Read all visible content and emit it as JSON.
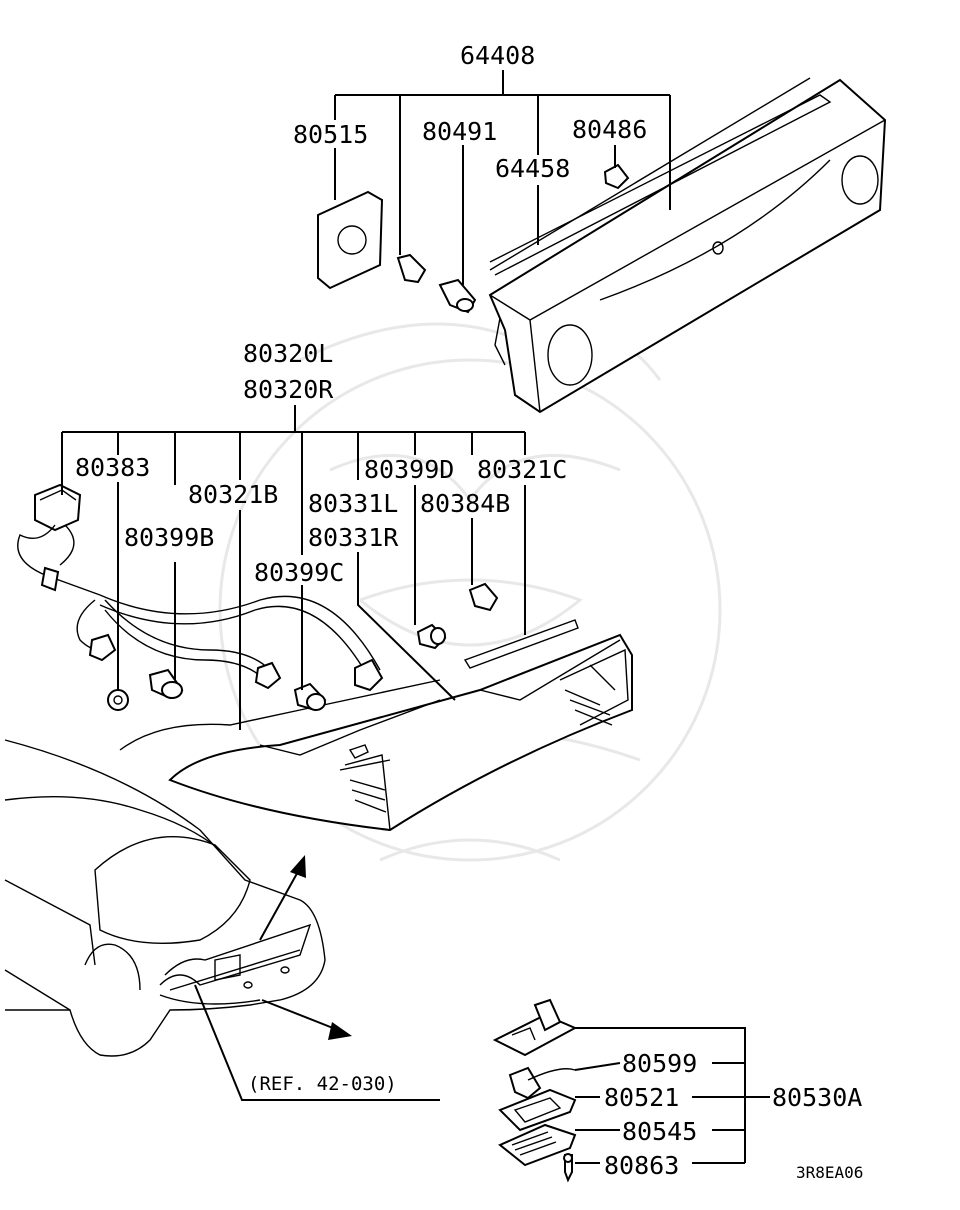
{
  "parts": {
    "p64408": "64408",
    "p80515": "80515",
    "p80491": "80491",
    "p80486": "80486",
    "p64458": "64458",
    "p80320L": "80320L",
    "p80320R": "80320R",
    "p80383": "80383",
    "p80321B": "80321B",
    "p80399B": "80399B",
    "p80399D": "80399D",
    "p80321C": "80321C",
    "p80331L": "80331L",
    "p80331R": "80331R",
    "p80384B": "80384B",
    "p80399C": "80399C",
    "p80599": "80599",
    "p80521": "80521",
    "p80530A": "80530A",
    "p80545": "80545",
    "p80863": "80863"
  },
  "reference": "(REF. 42-030)",
  "diagram_code": "3R8EA06"
}
